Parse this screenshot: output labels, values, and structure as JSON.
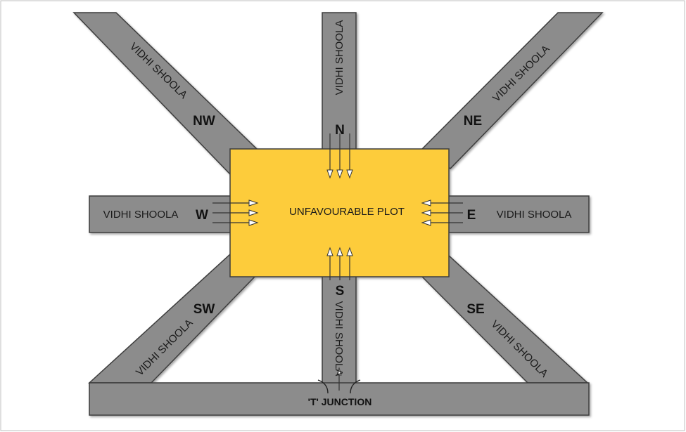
{
  "plot_label": "UNFAVOURABLE PLOT",
  "road_label": "VIDHI SHOOLA",
  "directions": {
    "n": "N",
    "ne": "NE",
    "e": "E",
    "se": "SE",
    "s": "S",
    "sw": "SW",
    "w": "W",
    "nw": "NW"
  },
  "junction_label": "'T' JUNCTION",
  "colors": {
    "road": "#8c8c8c",
    "plot": "#fdcc3b",
    "outline": "#3c3c3c"
  }
}
